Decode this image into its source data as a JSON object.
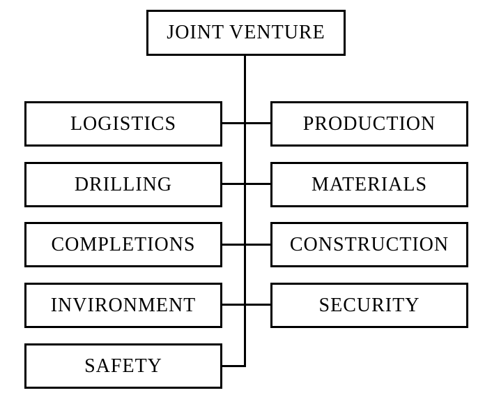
{
  "org_chart": {
    "top": {
      "label": "JOINT VENTURE"
    },
    "left_column": [
      {
        "label": "LOGISTICS"
      },
      {
        "label": "DRILLING"
      },
      {
        "label": "COMPLETIONS"
      },
      {
        "label": "INVIRONMENT"
      },
      {
        "label": "SAFETY"
      }
    ],
    "right_column": [
      {
        "label": "PRODUCTION"
      },
      {
        "label": "MATERIALS"
      },
      {
        "label": "CONSTRUCTION"
      },
      {
        "label": "SECURITY"
      }
    ]
  },
  "colors": {
    "line": "#000000",
    "background": "#ffffff"
  }
}
